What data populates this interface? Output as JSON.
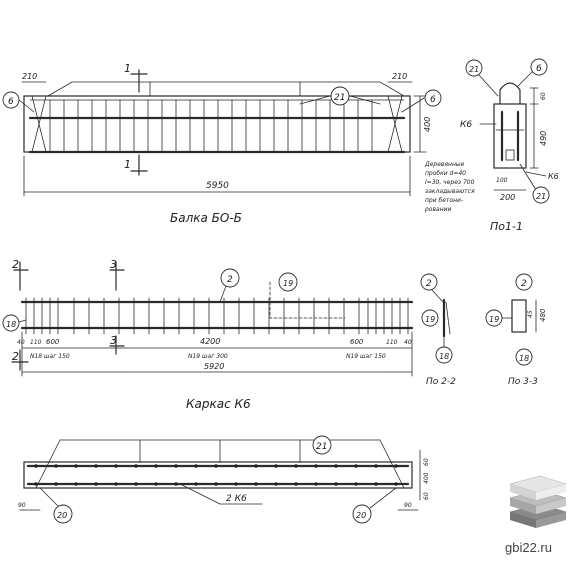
{
  "beam": {
    "title": "Балка БО-Б",
    "dim_end_left": "210",
    "dim_end_right": "210",
    "dim_height": "400",
    "dim_length": "5950",
    "section_mark": "1",
    "callout_left": "6",
    "callout_right": "6",
    "callout_top": "21"
  },
  "section_1_1": {
    "title": "По1-1",
    "label_kb_left": "К6",
    "label_kb_right": "К6",
    "callout_top_left": "21",
    "callout_top_right": "6",
    "callout_bottom": "21",
    "dim_top": "60",
    "dim_height": "490",
    "dim_inner": "100",
    "dim_width": "200",
    "note_lines": [
      "Деревянные",
      "пробки d=40",
      "l=30, через 700",
      "закладываются",
      "при бетони-",
      "ровании"
    ]
  },
  "frame": {
    "title": "Каркас К6",
    "section_mark_2": "2",
    "section_mark_3": "3",
    "callout_left": "18",
    "callout_top": "2",
    "callout_mid": "19",
    "dim_40": "40",
    "dim_110": "110",
    "dim_600_left": "600",
    "dim_4200": "4200",
    "dim_600_right": "600",
    "dim_110_r": "110",
    "dim_40_r": "40",
    "pitch_left": "N18 шаг 150",
    "pitch_mid": "N19 шаг 300",
    "pitch_right": "N19 шаг 150",
    "dim_total": "5920"
  },
  "section_2_2": {
    "title": "По 2-2",
    "callout_top": "2",
    "callout_mid": "19",
    "callout_bottom": "18"
  },
  "section_3_3": {
    "title": "По 3-3",
    "callout_top": "2",
    "callout_mid": "19",
    "callout_bottom": "18",
    "dim_height": "480",
    "dim_small": "45"
  },
  "plan": {
    "label_frames": "2 К6",
    "callout_top": "21",
    "callout_left": "20",
    "callout_right": "20",
    "dim_left": "90",
    "dim_right": "90",
    "dim_r1": "60",
    "dim_r2": "400",
    "dim_r3": "60"
  },
  "watermark": {
    "site": "gbi22.ru",
    "logo_icon": "stacked-slabs-icon",
    "logo_colors": [
      "#e6e6e6",
      "#bdbdbd",
      "#8a8a8a"
    ]
  }
}
